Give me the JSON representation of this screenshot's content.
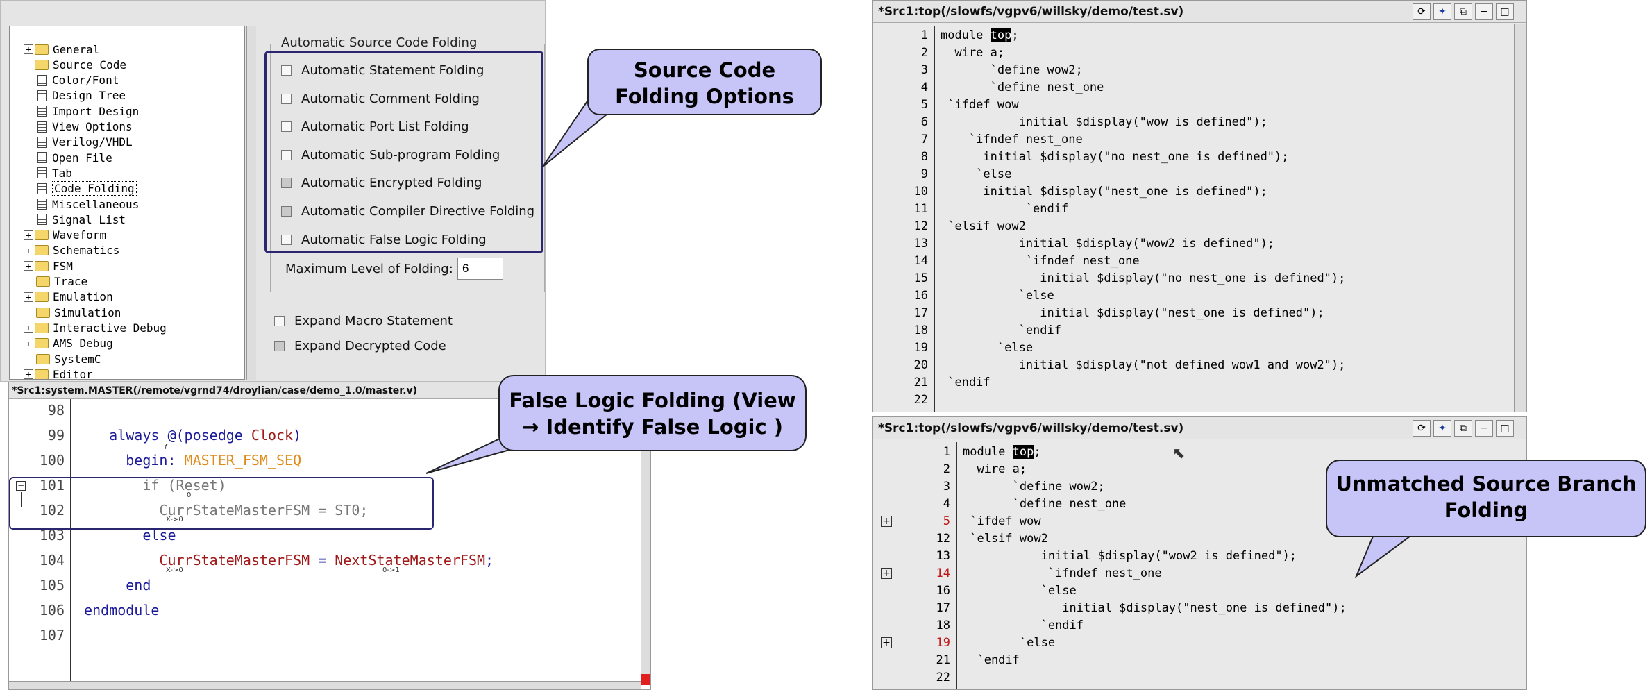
{
  "prefs": {
    "tree": [
      {
        "label": "General",
        "kind": "folder",
        "expander": "+",
        "level": 0
      },
      {
        "label": "Source Code",
        "kind": "folder",
        "expander": "-",
        "level": 0
      },
      {
        "label": "Color/Font",
        "kind": "doc",
        "level": 1
      },
      {
        "label": "Design Tree",
        "kind": "doc",
        "level": 1
      },
      {
        "label": "Import Design",
        "kind": "doc",
        "level": 1
      },
      {
        "label": "View Options",
        "kind": "doc",
        "level": 1
      },
      {
        "label": "Verilog/VHDL",
        "kind": "doc",
        "level": 1
      },
      {
        "label": "Open File",
        "kind": "doc",
        "level": 1
      },
      {
        "label": "Tab",
        "kind": "doc",
        "level": 1
      },
      {
        "label": "Code Folding",
        "kind": "doc",
        "level": 1,
        "selected": true
      },
      {
        "label": "Miscellaneous",
        "kind": "doc",
        "level": 1
      },
      {
        "label": "Signal List",
        "kind": "doc",
        "level": 1
      },
      {
        "label": "Waveform",
        "kind": "folder",
        "expander": "+",
        "level": 0
      },
      {
        "label": "Schematics",
        "kind": "folder",
        "expander": "+",
        "level": 0
      },
      {
        "label": "FSM",
        "kind": "folder",
        "expander": "+",
        "level": 0
      },
      {
        "label": "Trace",
        "kind": "folder",
        "level": 0
      },
      {
        "label": "Emulation",
        "kind": "folder",
        "expander": "+",
        "level": 0
      },
      {
        "label": "Simulation",
        "kind": "folder",
        "level": 0
      },
      {
        "label": "Interactive Debug",
        "kind": "folder",
        "expander": "+",
        "level": 0
      },
      {
        "label": "AMS Debug",
        "kind": "folder",
        "expander": "+",
        "level": 0
      },
      {
        "label": "SystemC",
        "kind": "folder",
        "level": 0
      },
      {
        "label": "Editor",
        "kind": "folder",
        "expander": "+",
        "level": 0
      }
    ],
    "group_title": "Automatic Source Code Folding",
    "options": [
      {
        "label": "Automatic Statement Folding",
        "checked": false
      },
      {
        "label": "Automatic Comment Folding",
        "checked": false
      },
      {
        "label": "Automatic Port List Folding",
        "checked": false
      },
      {
        "label": "Automatic Sub-program Folding",
        "checked": false
      },
      {
        "label": "Automatic Encrypted Folding",
        "checked": true
      },
      {
        "label": "Automatic Compiler Directive Folding",
        "checked": true
      },
      {
        "label": "Automatic False Logic Folding",
        "checked": false
      }
    ],
    "max_level_label": "Maximum Level of Folding:",
    "max_level_value": "6",
    "expand_macro": "Expand Macro Statement",
    "expand_decrypted": "Expand Decrypted Code"
  },
  "callouts": {
    "source_code_folding": "Source Code Folding Options",
    "false_logic": "False Logic Folding (View → Identify False Logic )",
    "unmatched": "Unmatched Source Branch Folding"
  },
  "master": {
    "title": "*Src1:system.MASTER(/remote/vgrnd74/droylian/case/demo_1.0/master.v)",
    "lines": [
      {
        "n": "98",
        "segs": []
      },
      {
        "n": "99",
        "segs": [
          {
            "t": "    always @(posedge ",
            "c": "kw"
          },
          {
            "t": "Clock",
            "c": "red"
          },
          {
            "t": ")",
            "c": "kw"
          }
        ]
      },
      {
        "n": "100",
        "segs": [
          {
            "t": "      begin: ",
            "c": "kw"
          },
          {
            "t": "MASTER_FSM_SEQ",
            "c": "orange"
          }
        ]
      },
      {
        "n": "101",
        "segs": [
          {
            "t": "        if (Reset)",
            "c": "gray"
          }
        ]
      },
      {
        "n": "102",
        "segs": [
          {
            "t": "          CurrStateMasterFSM = ST0;",
            "c": "gray"
          }
        ]
      },
      {
        "n": "103",
        "segs": [
          {
            "t": "        else",
            "c": "kw"
          }
        ]
      },
      {
        "n": "104",
        "segs": [
          {
            "t": "          CurrStateMasterFSM",
            "c": "red"
          },
          {
            "t": " = ",
            "c": "kw"
          },
          {
            "t": "NextStateMasterFSM",
            "c": "red"
          },
          {
            "t": ";",
            "c": "kw"
          }
        ]
      },
      {
        "n": "105",
        "segs": [
          {
            "t": "      end",
            "c": "kw"
          }
        ]
      },
      {
        "n": "106",
        "segs": [
          {
            "t": " endmodule",
            "c": "kw"
          }
        ]
      },
      {
        "n": "107",
        "segs": []
      }
    ],
    "sub_f": "f",
    "sub_0": "0",
    "sub_x0a": "X->0",
    "sub_x0b": "X->0",
    "sub_01": "0->1"
  },
  "top_src": {
    "title": "*Src1:top(/slowfs/vgpv6/willsky/demo/test.sv)",
    "lines": [
      {
        "n": "1",
        "t": "module top;"
      },
      {
        "n": "2",
        "t": "  wire a;"
      },
      {
        "n": "3",
        "t": "       `define wow2;"
      },
      {
        "n": "4",
        "t": "       `define nest_one"
      },
      {
        "n": "5",
        "t": " `ifdef wow"
      },
      {
        "n": "6",
        "t": "           initial $display(\"wow is defined\");"
      },
      {
        "n": "7",
        "t": "    `ifndef nest_one"
      },
      {
        "n": "8",
        "t": "      initial $display(\"no nest_one is defined\");"
      },
      {
        "n": "9",
        "t": "     `else"
      },
      {
        "n": "10",
        "t": "      initial $display(\"nest_one is defined\");"
      },
      {
        "n": "11",
        "t": "            `endif"
      },
      {
        "n": "12",
        "t": " `elsif wow2"
      },
      {
        "n": "13",
        "t": "           initial $display(\"wow2 is defined\");"
      },
      {
        "n": "14",
        "t": "            `ifndef nest_one"
      },
      {
        "n": "15",
        "t": "              initial $display(\"no nest_one is defined\");"
      },
      {
        "n": "16",
        "t": "           `else"
      },
      {
        "n": "17",
        "t": "              initial $display(\"nest_one is defined\");"
      },
      {
        "n": "18",
        "t": "           `endif"
      },
      {
        "n": "19",
        "t": "        `else"
      },
      {
        "n": "20",
        "t": "           initial $display(\"not defined wow1 and wow2\");"
      },
      {
        "n": "21",
        "t": " `endif"
      },
      {
        "n": "22",
        "t": ""
      }
    ]
  },
  "bottom_src": {
    "title": "*Src1:top(/slowfs/vgpv6/willsky/demo/test.sv)",
    "lines": [
      {
        "n": "1",
        "t": "module top;",
        "red": false,
        "fold": false
      },
      {
        "n": "2",
        "t": "  wire a;",
        "red": false,
        "fold": false
      },
      {
        "n": "3",
        "t": "       `define wow2;",
        "red": false,
        "fold": false
      },
      {
        "n": "4",
        "t": "       `define nest_one",
        "red": false,
        "fold": false
      },
      {
        "n": "5",
        "t": " `ifdef wow",
        "red": true,
        "fold": true
      },
      {
        "n": "12",
        "t": " `elsif wow2",
        "red": false,
        "fold": false
      },
      {
        "n": "13",
        "t": "           initial $display(\"wow2 is defined\");",
        "red": false,
        "fold": false
      },
      {
        "n": "14",
        "t": "            `ifndef nest_one",
        "red": true,
        "fold": true
      },
      {
        "n": "16",
        "t": "           `else",
        "red": false,
        "fold": false
      },
      {
        "n": "17",
        "t": "              initial $display(\"nest_one is defined\");",
        "red": false,
        "fold": false
      },
      {
        "n": "18",
        "t": "           `endif",
        "red": false,
        "fold": false
      },
      {
        "n": "19",
        "t": "        `else",
        "red": true,
        "fold": true
      },
      {
        "n": "21",
        "t": "  `endif",
        "red": false,
        "fold": false
      },
      {
        "n": "22",
        "t": "",
        "red": false,
        "fold": false
      }
    ]
  },
  "icons": {
    "fold": "plus-box-icon",
    "expand": "+",
    "collapse": "-"
  }
}
